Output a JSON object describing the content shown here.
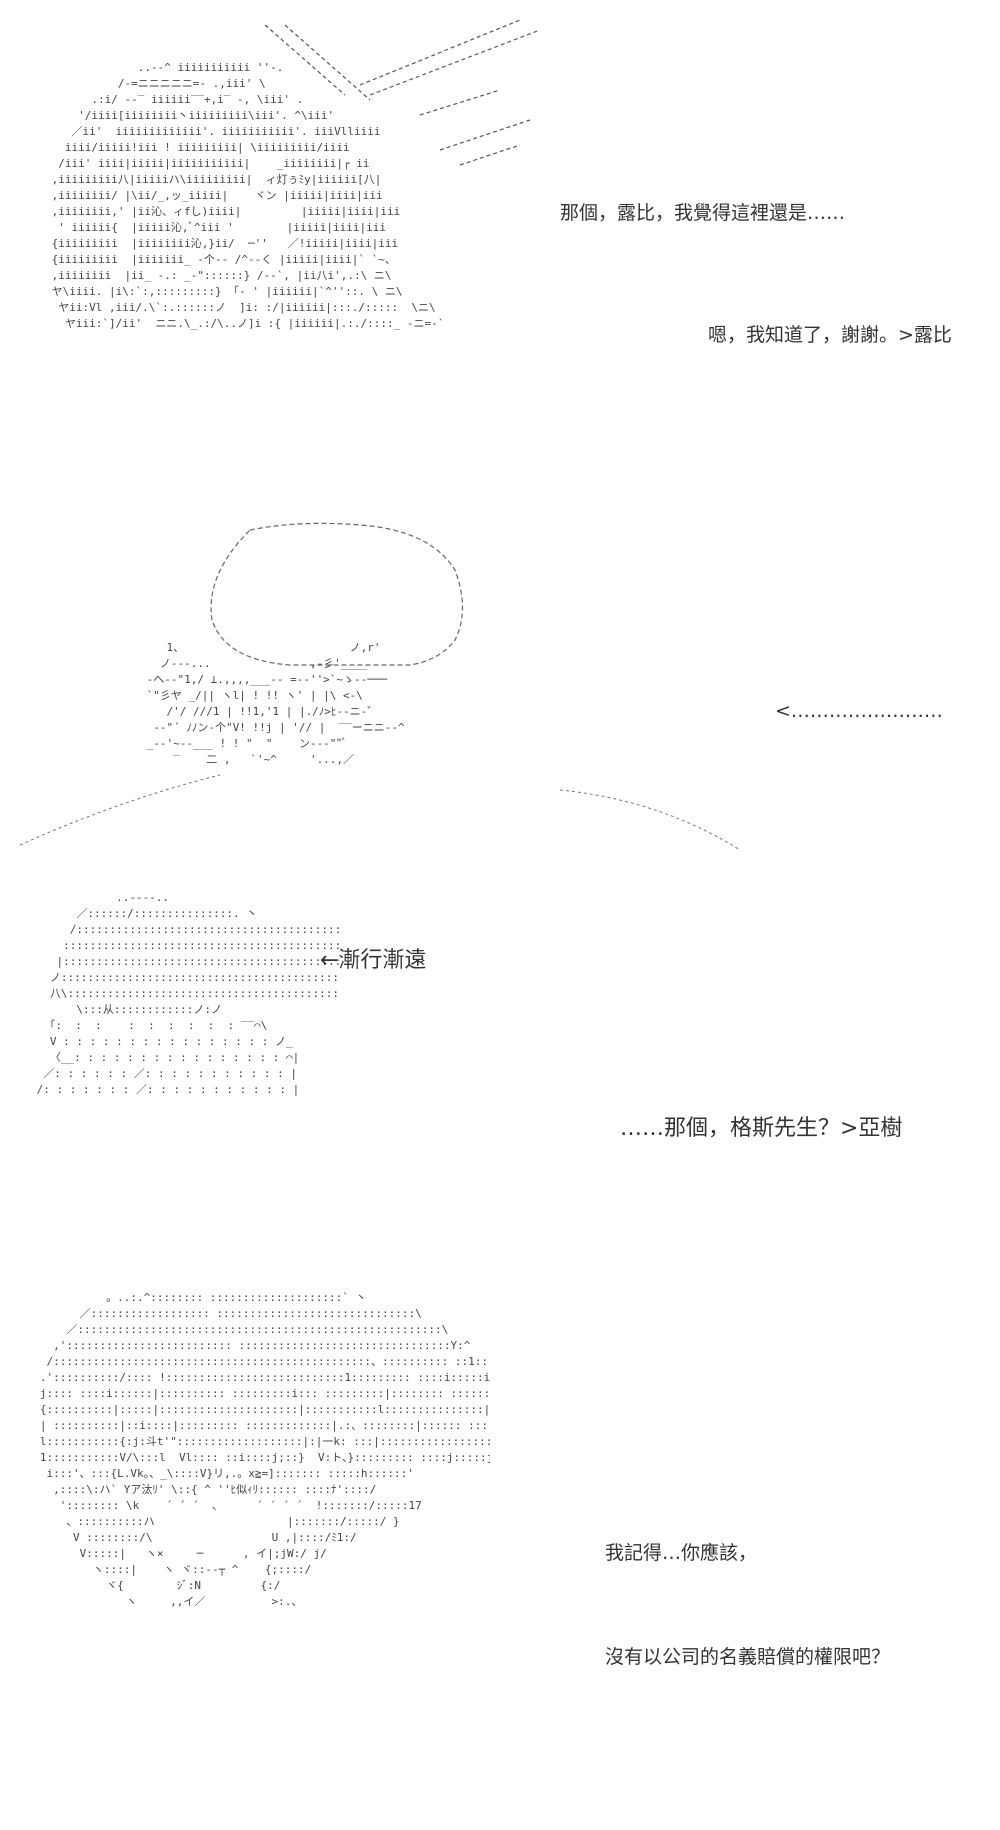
{
  "panel1": {
    "dialogue_1": "那個，露比，我覺得這裡還是……",
    "dialogue_2": "嗯，我知道了，謝謝。>露比"
  },
  "panel2": {
    "dialogue_1": "<……………………"
  },
  "panel3": {
    "arrow_note": "←漸行漸遠",
    "dialogue_1": "……那個，格斯先生？>亞樹"
  },
  "panel4": {
    "dialogue_1": "我記得…你應該，",
    "dialogue_2": "沒有以公司的名義賠償的權限吧？"
  },
  "colors": {
    "background": "#ffffff",
    "text": "#333333",
    "art": "#444444"
  }
}
